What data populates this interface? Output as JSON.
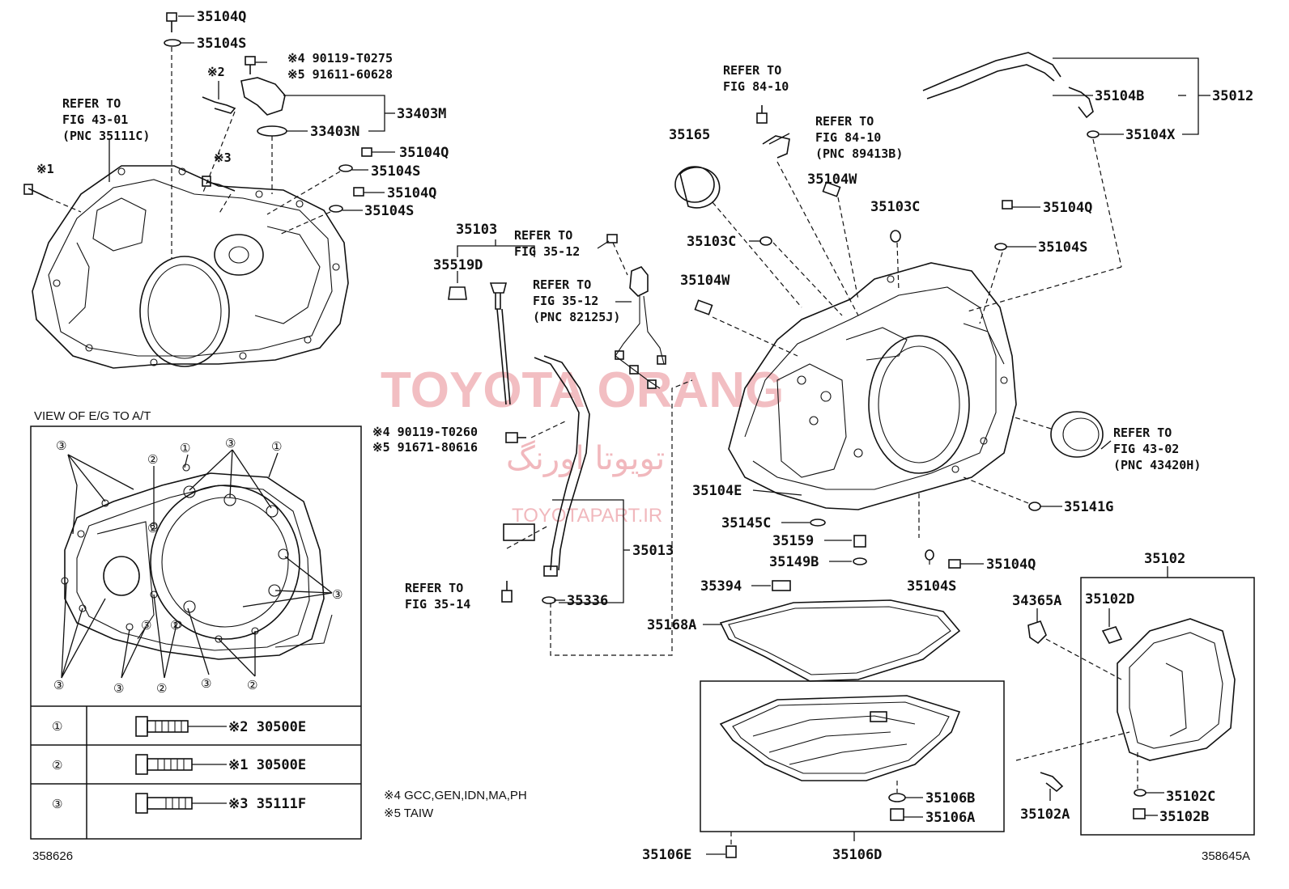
{
  "watermark": {
    "brand": "TOYOTA ORANG",
    "persian": "تویوتا اورنگ",
    "site": "TOYOTAPART.IR"
  },
  "figure_codes": {
    "left": "358626",
    "right": "358645A"
  },
  "refers": {
    "r1": [
      "REFER TO",
      "FIG 43-01",
      "(PNC 35111C)"
    ],
    "r2": [
      "REFER TO",
      "FIG 84-10"
    ],
    "r3": [
      "REFER TO",
      "FIG 84-10",
      "(PNC 89413B)"
    ],
    "r4": [
      "REFER TO",
      "FIG 35-12"
    ],
    "r5": [
      "REFER TO",
      "FIG 35-12",
      "(PNC 82125J)"
    ],
    "r6": [
      "REFER TO",
      "FIG 35-14"
    ],
    "r7": [
      "REFER TO",
      "FIG 43-02",
      "(PNC 43420H)"
    ]
  },
  "parts": {
    "p35104Q_a": "35104Q",
    "p35104S_a": "35104S",
    "p90119T0275": "※4 90119-T0275",
    "p91611": "※5 91611-60628",
    "p33403M": "33403M",
    "p33403N": "33403N",
    "m2": "※2",
    "m3": "※3",
    "m1": "※1",
    "p35104Q_b": "35104Q",
    "p35104S_b": "35104S",
    "p35104Q_c": "35104Q",
    "p35104S_c": "35104S",
    "p35103": "35103",
    "p35519D": "35519D",
    "p90119T0260": "※4 90119-T0260",
    "p91671": "※5 91671-80616",
    "p35013": "35013",
    "p35336": "35336",
    "p35165": "35165",
    "p35104W_a": "35104W",
    "p35103C_a": "35103C",
    "p35103C_b": "35103C",
    "p35104W_b": "35104W",
    "p35104Q_d": "35104Q",
    "p35104S_d": "35104S",
    "p35104B": "35104B",
    "p35012": "35012",
    "p35104X": "35104X",
    "p35104E": "35104E",
    "p35145C": "35145C",
    "p35159": "35159",
    "p35149B": "35149B",
    "p35104S_e": "35104S",
    "p35104Q_e": "35104Q",
    "p35141G": "35141G",
    "p35394": "35394",
    "p35168A": "35168A",
    "p35102": "35102",
    "p34365A": "34365A",
    "p35102D": "35102D",
    "p35102C": "35102C",
    "p35102B": "35102B",
    "p35102A": "35102A",
    "p35106B": "35106B",
    "p35106A": "35106A",
    "p35106E": "35106E",
    "p35106D": "35106D"
  },
  "view": {
    "title": "VIEW OF E/G TO A/T",
    "rows": [
      {
        "mark": "①",
        "code": "※2 30500E"
      },
      {
        "mark": "②",
        "code": "※1 30500E"
      },
      {
        "mark": "③",
        "code": "※3 35111F"
      }
    ],
    "callouts": [
      "③",
      "②",
      "①",
      "③",
      "①",
      "②",
      "③",
      "③",
      "③",
      "②",
      "③",
      "②",
      "③",
      "②"
    ]
  },
  "notes": [
    "※4 GCC,GEN,IDN,MA,PH",
    "※5 TAIW"
  ]
}
